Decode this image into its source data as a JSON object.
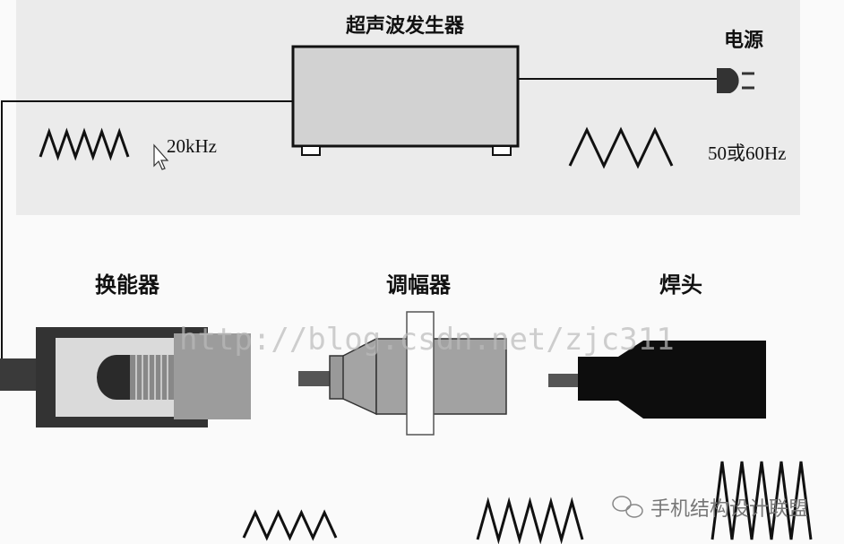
{
  "generator": {
    "label": "超声波发生器"
  },
  "power": {
    "label": "电源",
    "frequency": "50或60Hz"
  },
  "signal": {
    "frequency": "20kHz"
  },
  "components": [
    {
      "label": "换能器"
    },
    {
      "label": "调幅器"
    },
    {
      "label": "焊头"
    }
  ],
  "watermarks": {
    "url": "http://blog.csdn.net/zjc311",
    "brand": "手机结构设计联盟"
  },
  "icons": [
    "plug-icon",
    "cursor-icon",
    "wechat-icon"
  ]
}
